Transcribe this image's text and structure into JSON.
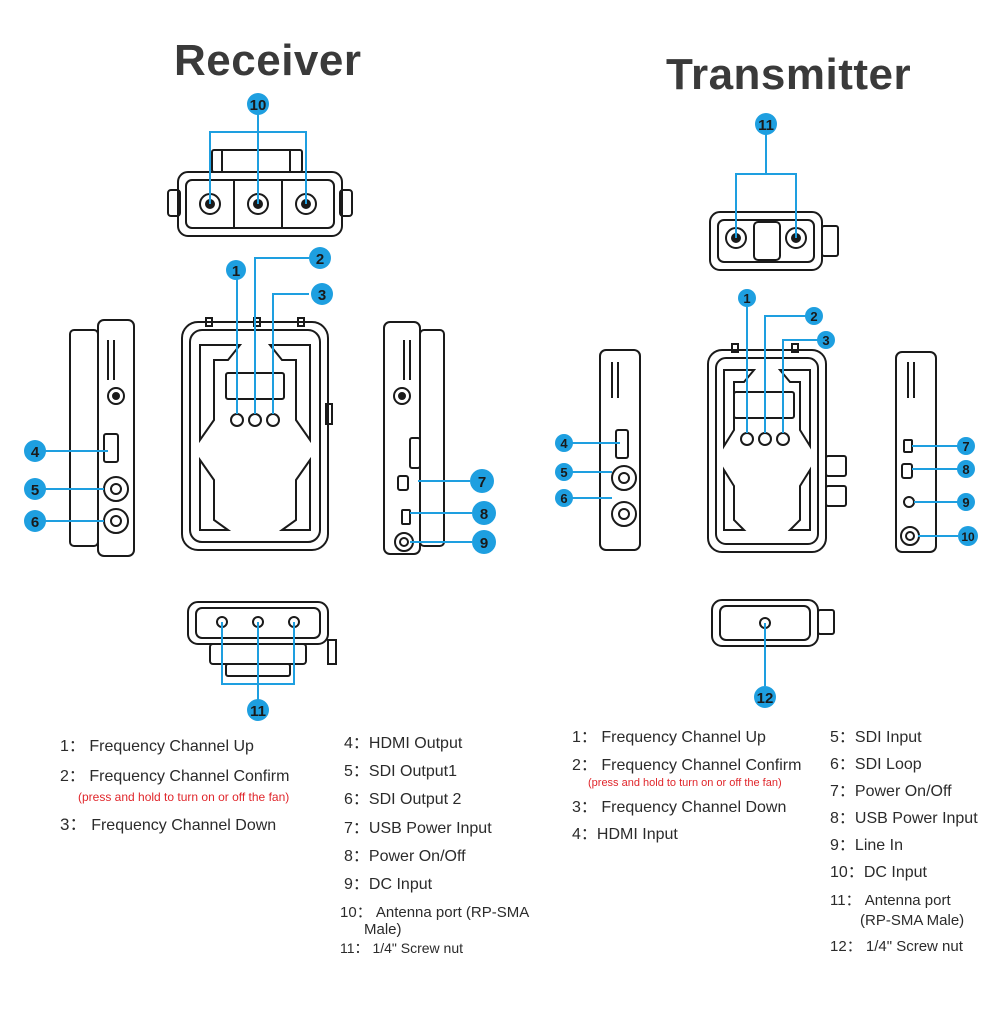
{
  "receiver": {
    "title": "Receiver",
    "legend": [
      {
        "num": "1",
        "label": "Frequency Channel Up"
      },
      {
        "num": "2",
        "label": "Frequency Channel Confirm",
        "note": "(press and hold to turn on or off the fan)"
      },
      {
        "num": "3",
        "label": "Frequency Channel Down"
      },
      {
        "num": "4",
        "label": "HDMI Output"
      },
      {
        "num": "5",
        "label": "SDI Output1"
      },
      {
        "num": "6",
        "label": "SDI Output 2"
      },
      {
        "num": "7",
        "label": "USB Power Input"
      },
      {
        "num": "8",
        "label": "Power On/Off"
      },
      {
        "num": "9",
        "label": "DC Input"
      },
      {
        "num": "10",
        "label": "Antenna port (RP-SMA",
        "label_line2": "Male)"
      },
      {
        "num": "11",
        "label": "1/4\" Screw nut"
      }
    ]
  },
  "transmitter": {
    "title": "Transmitter",
    "legend": [
      {
        "num": "1",
        "label": "Frequency Channel Up"
      },
      {
        "num": "2",
        "label": "Frequency Channel Confirm",
        "note": "(press and hold to turn on or off the fan)"
      },
      {
        "num": "3",
        "label": "Frequency Channel Down"
      },
      {
        "num": "4",
        "label": "HDMI Input"
      },
      {
        "num": "5",
        "label": "SDI Input"
      },
      {
        "num": "6",
        "label": "SDI Loop"
      },
      {
        "num": "7",
        "label": "Power On/Off"
      },
      {
        "num": "8",
        "label": "USB Power Input"
      },
      {
        "num": "9",
        "label": "Line In"
      },
      {
        "num": "10",
        "label": "DC Input"
      },
      {
        "num": "11",
        "label": "Antenna port",
        "label_line2": "(RP-SMA Male)"
      },
      {
        "num": "12",
        "label": "1/4\" Screw nut"
      }
    ]
  },
  "colors": {
    "badge": "#1e9fe0",
    "callout_line": "#1e9fe0",
    "device_outline": "#1a1a1a",
    "note": "#e0262b"
  }
}
